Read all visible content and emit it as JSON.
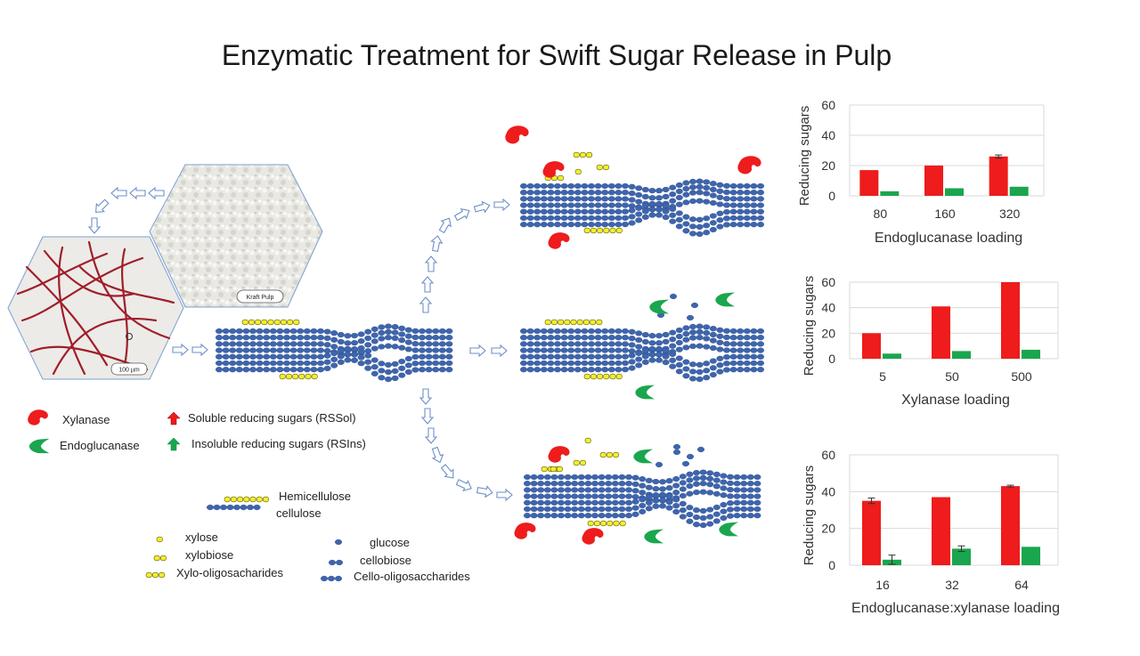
{
  "title": "Enzymatic Treatment for Swift Sugar Release in Pulp",
  "images": {
    "kraft_label": "Kraft Pulp",
    "micro_label": "100 µm"
  },
  "legend": {
    "xylanase": "Xylanase",
    "endoglucanase": "Endoglucanase",
    "rssol": "Soluble reducing sugars (RSSol)",
    "rsins": "Insoluble reducing sugars (RSIns)",
    "hemicellulose": "Hemicellulose",
    "cellulose": "cellulose",
    "xylose": "xylose",
    "xylobiose": "xylobiose",
    "xylo_oligo": "Xylo-oligosacharides",
    "glucose": "glucose",
    "cellobiose": "cellobiose",
    "cello_oligo": "Cello-oligosaccharides"
  },
  "colors": {
    "red": "#ee1c1c",
    "green": "#1aa64e",
    "blue": "#3e65ad",
    "yellow": "#f3ee2a",
    "arrow": "#6f8fc8",
    "fiber": "#a01e2a"
  },
  "chart_data": [
    {
      "type": "bar",
      "categories": [
        "80",
        "160",
        "320"
      ],
      "series": [
        {
          "values": [
            17,
            20,
            26
          ],
          "color": "#ee1c1c"
        },
        {
          "values": [
            3,
            5,
            6
          ],
          "color": "#1aa64e"
        }
      ],
      "xlabel": "Endoglucanase loading",
      "ylabel": "Reducing sugars",
      "ylim": [
        0,
        60
      ],
      "yticks": [
        "0",
        "20",
        "40",
        "60"
      ],
      "grid": true
    },
    {
      "type": "bar",
      "categories": [
        "5",
        "50",
        "500"
      ],
      "series": [
        {
          "values": [
            20,
            41,
            60
          ],
          "color": "#ee1c1c"
        },
        {
          "values": [
            4,
            6,
            7
          ],
          "color": "#1aa64e"
        }
      ],
      "xlabel": "Xylanase loading",
      "ylabel": "Reducing sugars",
      "ylim": [
        0,
        60
      ],
      "yticks": [
        "0",
        "20",
        "40",
        "60"
      ],
      "grid": true
    },
    {
      "type": "bar",
      "categories": [
        "16",
        "32",
        "64"
      ],
      "series": [
        {
          "values": [
            35,
            37,
            43
          ],
          "color": "#ee1c1c"
        },
        {
          "values": [
            3,
            9,
            10
          ],
          "color": "#1aa64e"
        }
      ],
      "xlabel": "Endoglucanase:xylanase loading",
      "ylabel": "Reducing sugars",
      "ylim": [
        0,
        60
      ],
      "yticks": [
        "0",
        "20",
        "40",
        "60"
      ],
      "grid": true
    }
  ]
}
